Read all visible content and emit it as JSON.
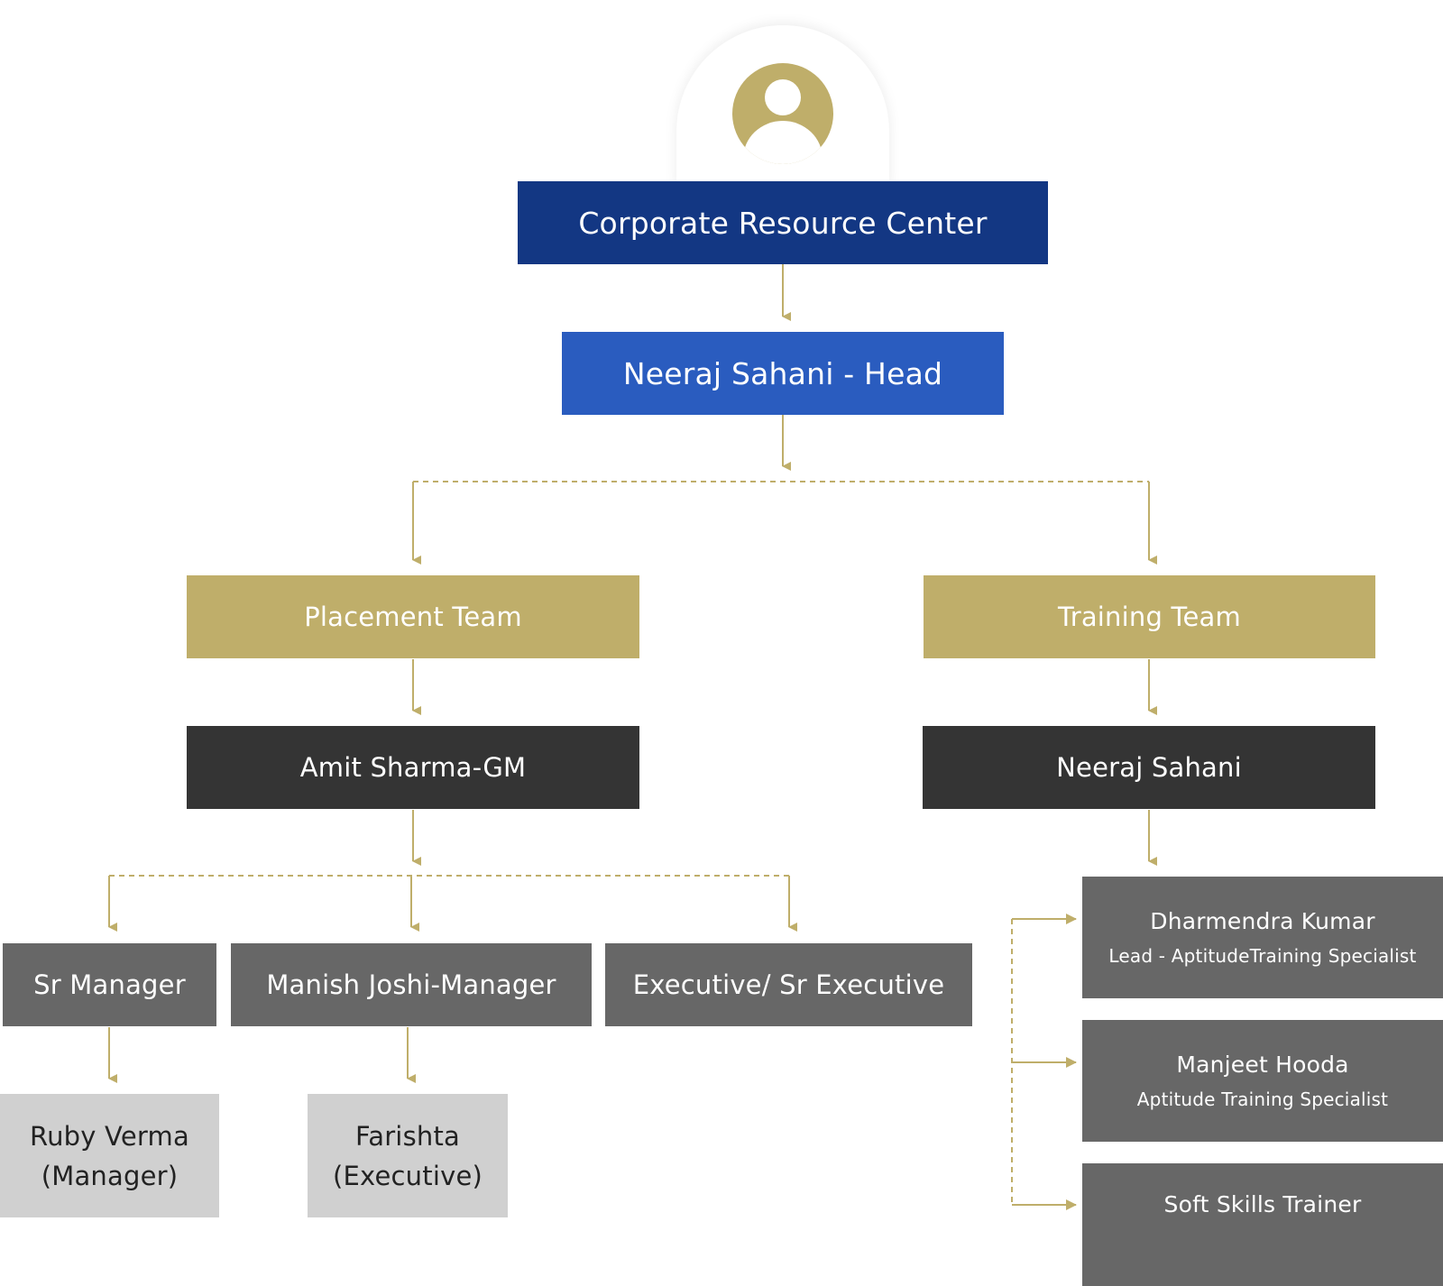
{
  "colors": {
    "navy": "#133783",
    "blue": "#2a5cbf",
    "gold": "#bfae6a",
    "dark": "#343434",
    "grey": "#676767",
    "light": "#d0d0d0",
    "connector": "#bfae6a"
  },
  "avatar": {
    "icon": "user-avatar-icon"
  },
  "root": {
    "label": "Corporate Resource Center"
  },
  "head": {
    "label": "Neeraj Sahani - Head"
  },
  "placement": {
    "team": "Placement Team",
    "lead": "Amit Sharma-GM",
    "roles": [
      {
        "label": "Sr Manager",
        "person": {
          "name": "Ruby Verma",
          "title": "(Manager)"
        }
      },
      {
        "label": "Manish Joshi-Manager",
        "person": {
          "name": "Farishta",
          "title": "(Executive)"
        }
      },
      {
        "label": "Executive/ Sr Executive"
      }
    ]
  },
  "training": {
    "team": "Training Team",
    "lead": "Neeraj Sahani",
    "members": [
      {
        "name": "Dharmendra Kumar",
        "title": "Lead - AptitudeTraining Specialist"
      },
      {
        "name": "Manjeet Hooda",
        "title": "Aptitude Training Specialist"
      },
      {
        "name": "Soft Skills Trainer"
      }
    ]
  }
}
